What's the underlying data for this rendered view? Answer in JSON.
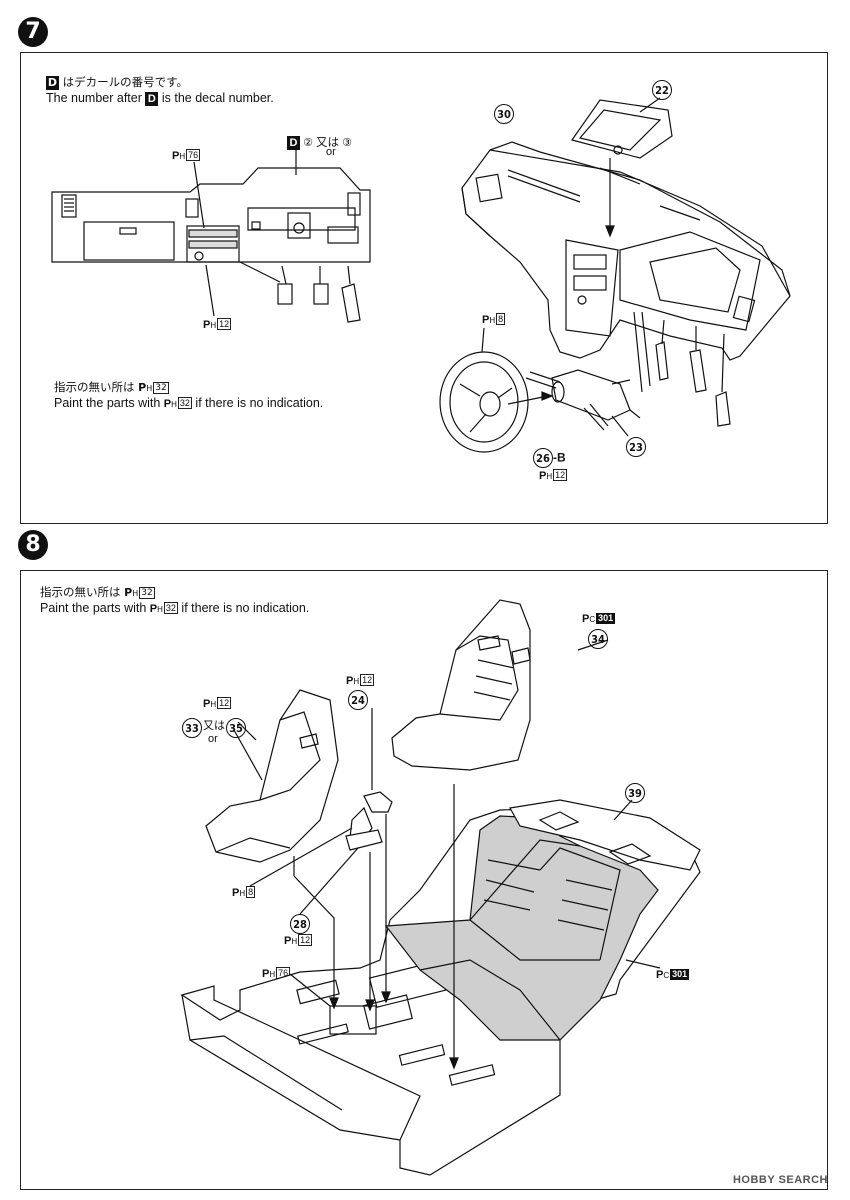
{
  "steps": [
    {
      "number": "7"
    },
    {
      "number": "8"
    }
  ],
  "step7": {
    "decal_note_jp": "はデカールの番号です。",
    "decal_note_en_before": "The number after",
    "decal_note_en_after": "is the decal number.",
    "decal_letter": "D",
    "decal_choice_a": "②",
    "decal_choice_or_jp": "又は",
    "decal_choice_or_en": "or",
    "decal_choice_b": "③",
    "paint_note_jp": "指示の無い所は",
    "paint_note_en_before": "Paint the parts with",
    "paint_note_en_after": "if there is no indication.",
    "paint_default_code": "32",
    "labels": {
      "ph76": "76",
      "ph12_dash": "12",
      "ph8": "8",
      "ph12_wheel": "12",
      "part22": "22",
      "part30": "30",
      "part23": "23",
      "part26": "26",
      "part26_suffix": "-B"
    }
  },
  "step8": {
    "paint_note_jp": "指示の無い所は",
    "paint_note_en_before": "Paint the parts with",
    "paint_note_en_after": "if there is no indication.",
    "paint_default_code": "32",
    "labels": {
      "pc301_top": "301",
      "part34": "34",
      "ph12_shifter": "12",
      "part24": "24",
      "ph12_seat": "12",
      "part33": "33",
      "or_jp": "又は",
      "part35": "35",
      "or_en": "or",
      "part39": "39",
      "ph8": "8",
      "part28": "28",
      "ph12_28": "12",
      "ph76": "76",
      "pc301_rear": "301"
    }
  },
  "paint_symbols": {
    "h": "H",
    "c": "C",
    "p": "P"
  },
  "footer": {
    "watermark": "HOBBY SEARCH"
  }
}
